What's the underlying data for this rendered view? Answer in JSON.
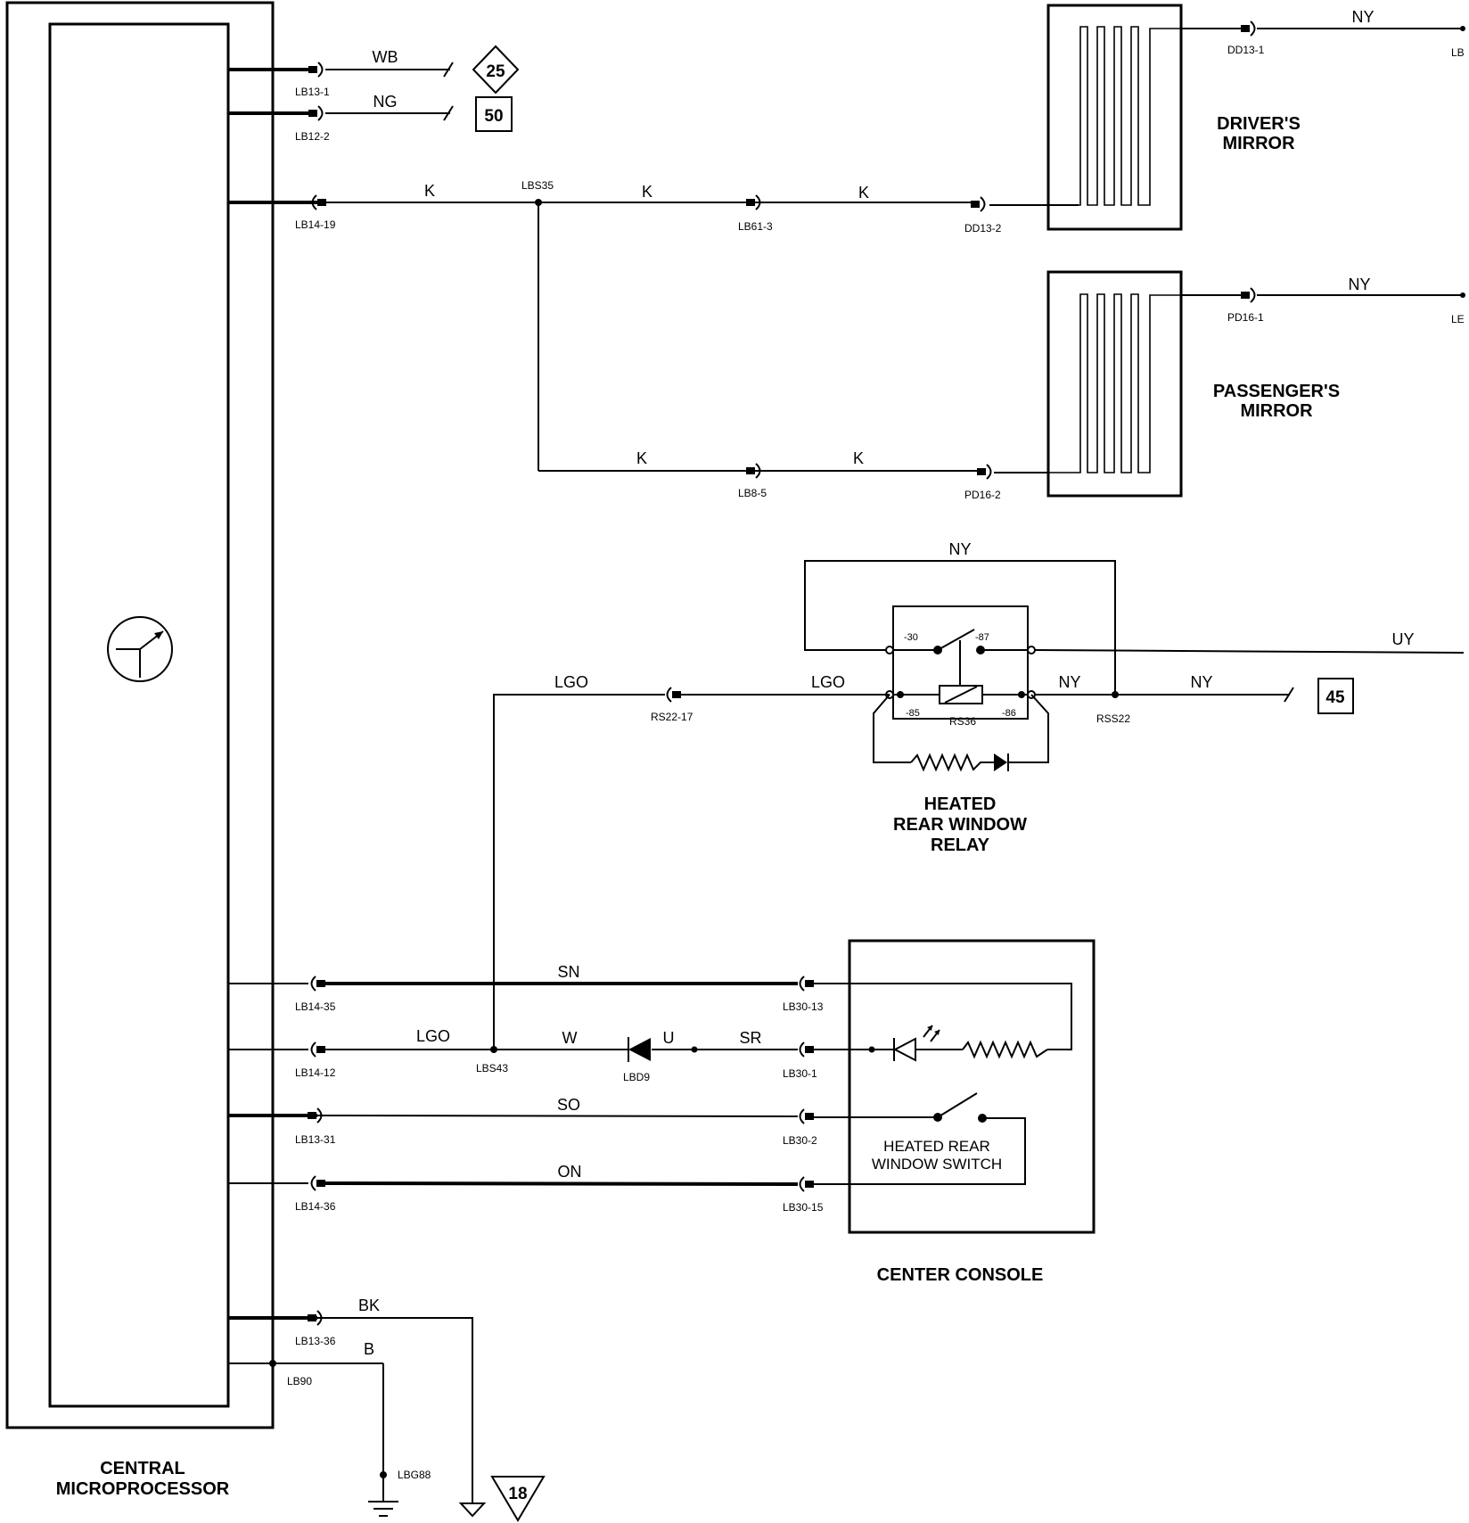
{
  "components": {
    "central_microprocessor": "CENTRAL\nMICROPROCESSOR",
    "drivers_mirror": "DRIVER'S\nMIRROR",
    "passengers_mirror": "PASSENGER'S\nMIRROR",
    "heated_rear_window_relay": "HEATED\nREAR WINDOW\nRELAY",
    "center_console": "CENTER CONSOLE",
    "heated_rear_window_switch": "HEATED REAR\nWINDOW SWITCH"
  },
  "wires": {
    "wb": "WB",
    "ng": "NG",
    "k1": "K",
    "k2": "K",
    "k3": "K",
    "k4": "K",
    "k5": "K",
    "ny_driver": "NY",
    "ny_passenger": "NY",
    "ny_relay_top": "NY",
    "ny_relay_86": "NY",
    "ny_relay_out": "NY",
    "uy": "UY",
    "lgo_relay_left": "LGO",
    "lgo_relay_right": "LGO",
    "lgo_switch": "LGO",
    "sn": "SN",
    "w": "W",
    "u": "U",
    "sr": "SR",
    "so": "SO",
    "on": "ON",
    "bk": "BK",
    "b": "B"
  },
  "connectors": {
    "lb13_1": "LB13-1",
    "lb12_2": "LB12-2",
    "lb14_19": "LB14-19",
    "lbs35": "LBS35",
    "lb61_3": "LB61-3",
    "dd13_2": "DD13-2",
    "dd13_1": "DD13-1",
    "pd16_1": "PD16-1",
    "lb8_5": "LB8-5",
    "pd16_2": "PD16-2",
    "rs22_17": "RS22-17",
    "rs36": "RS36",
    "rss22": "RSS22",
    "lb14_35": "LB14-35",
    "lb30_13": "LB30-13",
    "lb14_12": "LB14-12",
    "lbs43": "LBS43",
    "lbd9": "LBD9",
    "lb30_1": "LB30-1",
    "lb13_31": "LB13-31",
    "lb30_2": "LB30-2",
    "lb14_36": "LB14-36",
    "lb30_15": "LB30-15",
    "lb13_36": "LB13-36",
    "lb90": "LB90",
    "lbg88": "LBG88",
    "lb_cut_1": "LB",
    "lb_cut_2": "LE"
  },
  "relay_pins": {
    "p30": "-30",
    "p87": "-87",
    "p85": "-85",
    "p86": "-86"
  },
  "references": {
    "ref_25": "25",
    "ref_50": "50",
    "ref_45": "45",
    "ref_18": "18"
  }
}
